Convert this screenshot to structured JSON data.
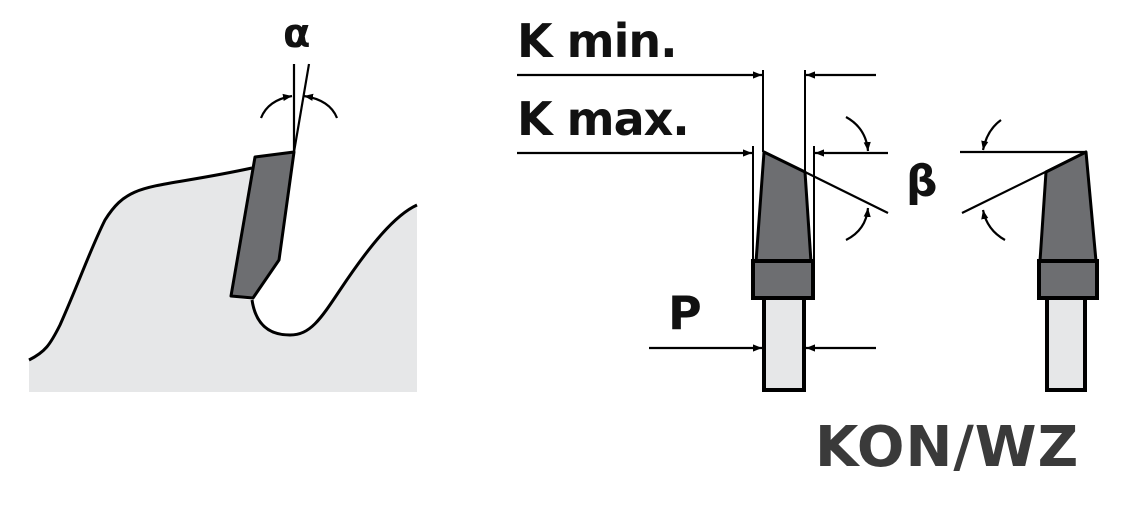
{
  "labels": {
    "alpha": "α",
    "k_min": "K min.",
    "k_max": "K max.",
    "beta": "β",
    "p": "P",
    "tooth_type": "KON/WZ"
  },
  "colors": {
    "blade_fill": "#e6e7e8",
    "carbide_fill": "#6d6e71",
    "stroke": "#000000",
    "type_text": "#3a3a3a"
  }
}
